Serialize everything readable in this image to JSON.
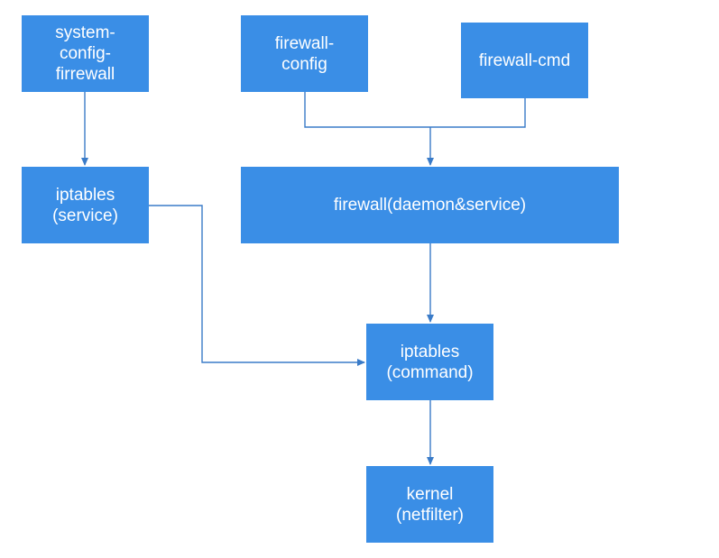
{
  "colors": {
    "node_fill": "#3a8ee6",
    "node_text": "#ffffff",
    "connector": "#3a7bc8",
    "background": "#ffffff"
  },
  "nodes": {
    "system_config_firewall": "system-\nconfig-\nfirrewall",
    "firewall_config": "firewall-\nconfig",
    "firewall_cmd": "firewall-cmd",
    "iptables_service": "iptables\n(service)",
    "firewall_daemon": "firewall(daemon&service)",
    "iptables_command": "iptables\n(command)",
    "kernel_netfilter": "kernel\n(netfilter)"
  }
}
